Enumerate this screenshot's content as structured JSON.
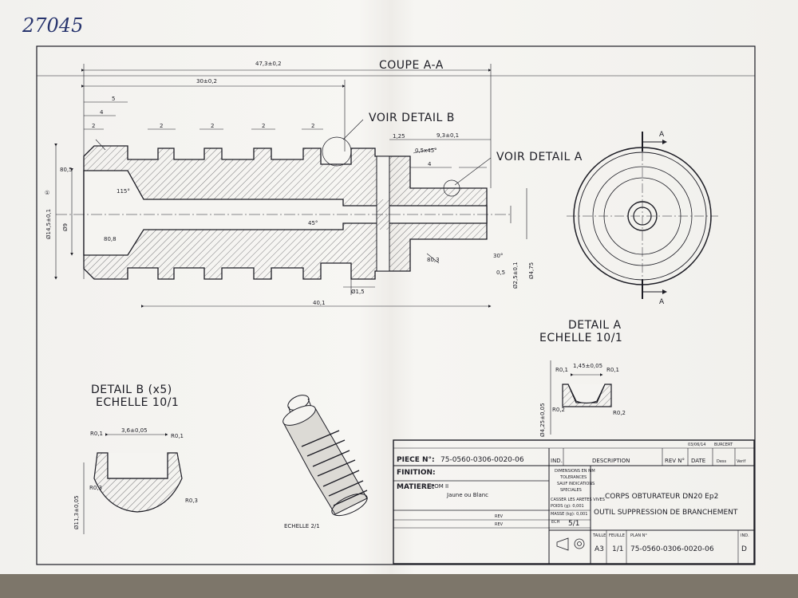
{
  "handwritten_note": "27045",
  "section": {
    "title": "COUPE A-A",
    "section_mark": "A",
    "voir_detail_b": "VOIR DETAIL B",
    "voir_detail_a": "VOIR DETAIL A",
    "dims": {
      "len_overall": "47,3±0,2",
      "len_30": "30±0,2",
      "len_40": "40,1",
      "d_2": "2",
      "d_93": "9,3±0,1",
      "d_125": "1,25",
      "chamfer": "0,5x45°",
      "d_4": "4",
      "d_5": "5",
      "d_0_5": "0,5",
      "a30": "30°",
      "a45": "45°",
      "a115": "115°",
      "r_80_5": "80,5",
      "r_80_8": "80,8",
      "r_80_3": "80,3",
      "d_1_5": "Ø1,5",
      "d_14_5": "Ø14,5±0,1",
      "d_9": "Ø9",
      "d_2_5": "Ø2,5±0,1",
      "d_4_75": "Ø4,75",
      "circled": "①"
    }
  },
  "detail_a": {
    "title": "DETAIL A",
    "scale": "ECHELLE 10/1",
    "width": "1,45±0,05",
    "r1": "R0,1",
    "r2": "R0,2",
    "dia": "Ø4,25±0,05"
  },
  "detail_b": {
    "title": "DETAIL B (x5)",
    "scale": "ECHELLE 10/1",
    "width": "3,6±0,05",
    "r1": "R0,1",
    "r2": "R0,3",
    "dia": "Ø11,3±0,05"
  },
  "iso_view": {
    "scale": "ECHELLE 2/1"
  },
  "title_block": {
    "piece_label": "PIECE N°:",
    "piece_value": "75-0560-0306-0020-06",
    "ind_label": "IND.",
    "description_label": "DESCRIPTION",
    "rev_label": "REV N°",
    "date_label": "DATE",
    "dess_label": "Dess",
    "verif_label": "Verif",
    "date_value": "03/06/14",
    "author": "BURCERT",
    "finition_label": "FINITION:",
    "matiere_label": "MATIERE:",
    "matiere_value": "POM II",
    "matiere_color": "Jaune ou Blanc",
    "rev1": "REV",
    "rev2": "REV",
    "tol1": "DIMENSIONS EN MM",
    "tol2": "TOLERANCES",
    "tol3": "SAUF INDICATIONS",
    "tol4": "SPECIALES",
    "tol5": "CASSER LES ARETES VIVES",
    "tol6": "POIDS (g): 0,001",
    "masse": "MASSE (kg): 0,001",
    "ech_label": "ECH",
    "ech_value": "5/1",
    "name1": "CORPS OBTURATEUR DN20 Ep2",
    "name2": "OUTIL SUPPRESSION DE BRANCHEMENT",
    "size_label": "TAILLE",
    "size_value": "A3",
    "sheet_label": "FEUILLE",
    "sheet_value": "1/1",
    "plan_label": "PLAN N°",
    "plan_value": "75-0560-0306-0020-06",
    "ind_value": "D"
  },
  "colors": {
    "ink": "#1c1c24",
    "paper": "#f5f4f1",
    "handwriting": "#28356e"
  }
}
